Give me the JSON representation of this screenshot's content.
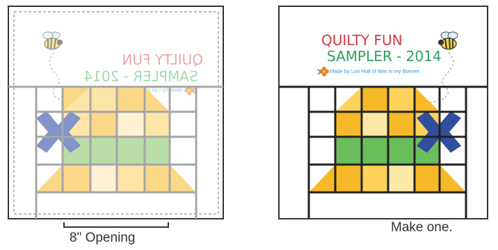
{
  "left_panel": {
    "title_line1": "QUILTY FUN",
    "title_line2": "SAMPLER - 2014",
    "credit": "Made by Lori Holt of Bee in my Bonnet",
    "caption": "8\" Opening"
  },
  "right_panel": {
    "title_line1": "QUILTY FUN",
    "title_line2": "SAMPLER - 2014",
    "credit": "Made by Lori Holt of Bee in my Bonnet",
    "caption": "Make one."
  },
  "colors": {
    "title_red": "#d03a48",
    "title_green": "#2e9e58",
    "credit_blue": "#3d8ed0",
    "yellow_dark": "#f7b928",
    "yellow_mid": "#fcd25a",
    "yellow_light": "#fde9a6",
    "green": "#6cbd5c",
    "blue": "#2f4f9e",
    "faded_yellow_dark": "#fbd888",
    "faded_yellow_mid": "#fde5a8",
    "faded_yellow_light": "#fef1d2",
    "faded_green": "#b9dea8",
    "faded_blue": "#8294c8",
    "grid_line": "#a6a6a6"
  },
  "icons": [
    "bee-icon",
    "flower-icon",
    "dashed-flight-path"
  ]
}
